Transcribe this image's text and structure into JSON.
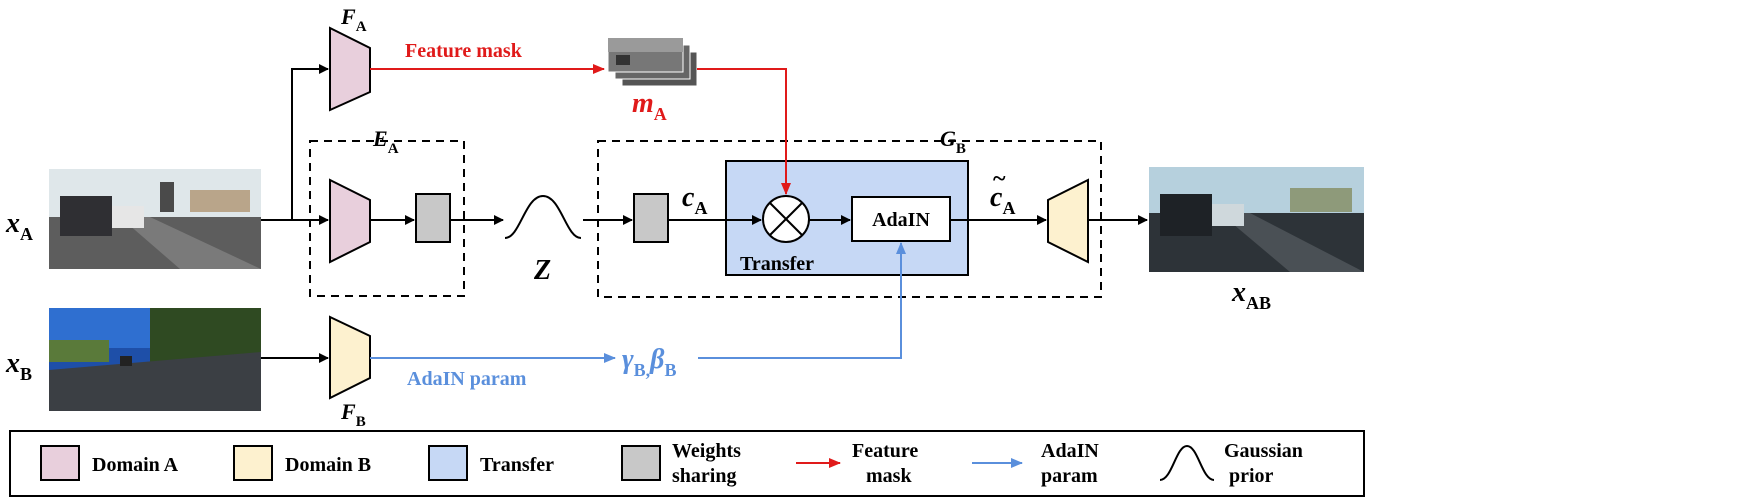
{
  "labels": {
    "x_a": "x",
    "x_a_sub": "A",
    "x_b": "x",
    "x_b_sub": "B",
    "x_ab": "x",
    "x_ab_sub": "AB",
    "f_a": "F",
    "f_a_sub": "A",
    "f_b": "F",
    "f_b_sub": "B",
    "e_a": "E",
    "e_a_sub": "A",
    "g_b": "G",
    "g_b_sub": "B",
    "m_a": "m",
    "m_a_sub": "A",
    "c_a": "c",
    "c_a_sub": "A",
    "c_tilde_a": "c",
    "c_tilde_a_sub": "A",
    "tilde": "~",
    "z": "Z",
    "gamma": "γ",
    "gamma_sub": "B,",
    "beta": "β",
    "beta_sub": "B",
    "feature_mask": "Feature mask",
    "adain_param": "AdaIN param",
    "adain_block": "AdaIN",
    "transfer_block": "Transfer"
  },
  "legend": {
    "domain_a": "Domain A",
    "domain_b": "Domain B",
    "transfer": "Transfer",
    "weights_line1": "Weights",
    "weights_line2": "sharing",
    "feature_line1": "Feature",
    "feature_line2": "mask",
    "adain_line1": "AdaIN",
    "adain_line2": "param",
    "gaussian_line1": "Gaussian",
    "gaussian_line2": "prior"
  },
  "colors": {
    "domain_a": "#e8cfdc",
    "domain_b": "#fdf1cf",
    "transfer": "#c6d8f5",
    "weights": "#c8c8c8",
    "feature_mask_arrow": "#e01a1a",
    "adain_arrow": "#5a8fdc"
  }
}
